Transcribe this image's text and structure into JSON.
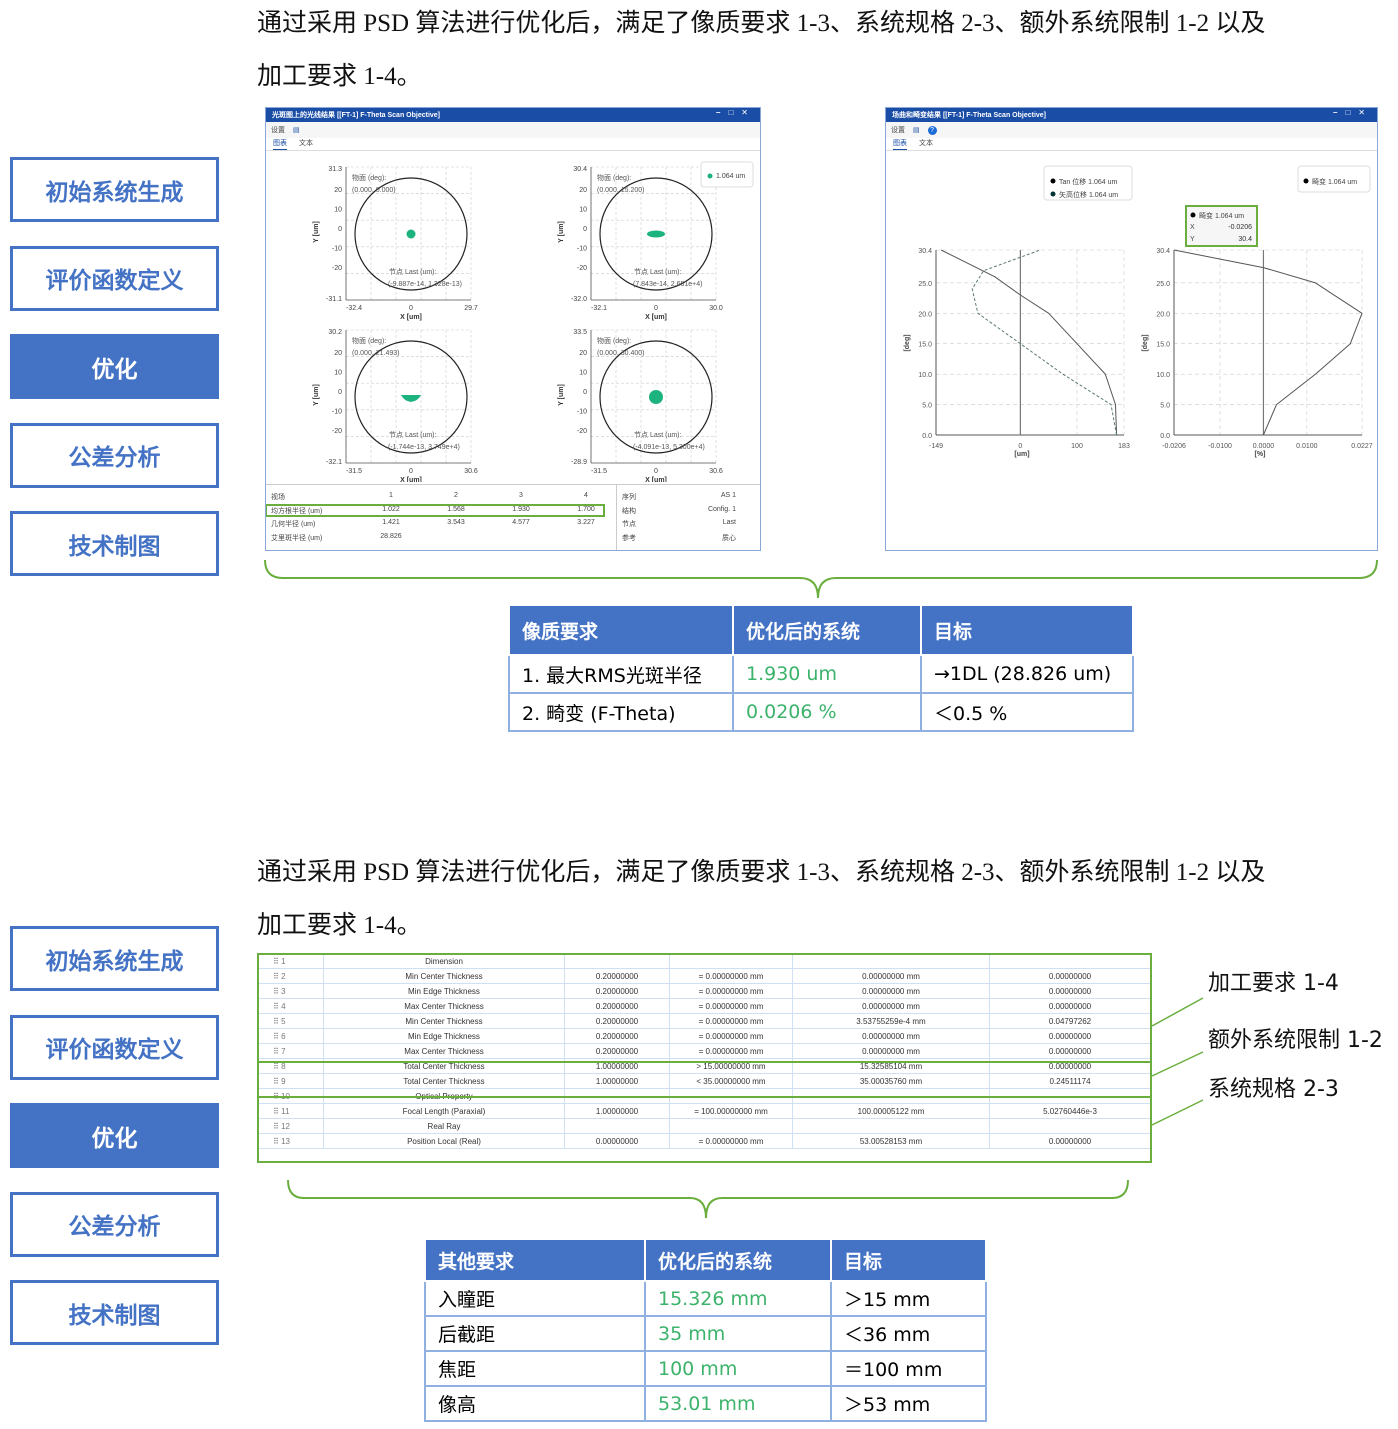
{
  "section1": {
    "para_line1": "通过采用 PSD 算法进行优化后，满足了像质要求  1-3、系统规格  2-3、额外系统限制 1-2 以及",
    "para_line2": "加工要求  1-4。"
  },
  "section2": {
    "para_line1": "通过采用 PSD 算法进行优化后，满足了像质要求  1-3、系统规格  2-3、额外系统限制 1-2 以及",
    "para_line2": "加工要求  1-4。"
  },
  "nav": [
    "初始系统生成",
    "评价函数定义",
    "优化",
    "公差分析",
    "技术制图"
  ],
  "nav_active": 2,
  "spot_window": {
    "title": "光斑图上的光线结果 [[FT-1] F-Theta Scan Objective]",
    "settings": "设置",
    "tab_chart": "图表",
    "tab_text": "文本",
    "legend": "1.064 um",
    "field_label": "物面 (deg):",
    "node_label": "节点 Last (um):",
    "xlabel": "X [um]",
    "ylabel": "Y [um]",
    "plots": [
      {
        "field": "(0.000, 0.000)",
        "node": "(-9.887e-14, 1.328e-13)",
        "ytop": "31.3",
        "ybot": "-31.1",
        "xl": "-32.4",
        "xr": "29.7",
        "spot": "round"
      },
      {
        "field": "(0.000, 15.200)",
        "node": "(7.843e-14, 2.651e+4)",
        "ytop": "30.4",
        "ybot": "-32.0",
        "xl": "-32.1",
        "xr": "30.0",
        "spot": "wide"
      },
      {
        "field": "(0.000, 21.493)",
        "node": "(-1.744e-13, 3.749e+4)",
        "ytop": "30.2",
        "ybot": "-32.1",
        "xl": "-31.5",
        "xr": "30.6",
        "spot": "fan"
      },
      {
        "field": "(0.000, 30.400)",
        "node": "(-4.091e-13, 5.300e+4)",
        "ytop": "33.5",
        "ybot": "-28.9",
        "xl": "-31.5",
        "xr": "30.6",
        "spot": "big"
      }
    ],
    "yticks": [
      "20",
      "10",
      "0",
      "-10",
      "-20"
    ],
    "table": {
      "rows": [
        [
          "视场",
          "1",
          "2",
          "3",
          "4"
        ],
        [
          "均方根半径 (um)",
          "1.022",
          "1.568",
          "1.930",
          "1.700"
        ],
        [
          "几何半径 (um)",
          "1.421",
          "3.543",
          "4.577",
          "3.227"
        ],
        [
          "艾里斑半径 (um)",
          "28.826",
          "",
          "",
          ""
        ]
      ],
      "info": [
        [
          "序列",
          "AS 1"
        ],
        [
          "结构",
          "Config. 1"
        ],
        [
          "节点",
          "Last"
        ],
        [
          "参考",
          "质心"
        ]
      ]
    }
  },
  "dist_window": {
    "title": "场曲和畸变结果 [[FT-1] F-Theta Scan Objective]",
    "settings": "设置",
    "tab_chart": "图表",
    "tab_text": "文本",
    "legend_tan": "Tan 位移 1.064 um",
    "legend_sag": "矢高位移 1.064 um",
    "legend_dist": "畸变 1.064 um",
    "tooltip": {
      "name": "畸变 1.064 um",
      "x_label": "X",
      "x": "-0.0206",
      "y_label": "Y",
      "y": "30.4"
    },
    "ylabel": "[deg]",
    "yticks": [
      "30.4",
      "25.0",
      "20.0",
      "15.0",
      "10.0",
      "5.0",
      "0.0"
    ],
    "field": {
      "xlabel": "[um]",
      "xticks": [
        "-149",
        "0",
        "100",
        "183"
      ]
    },
    "distortion": {
      "xlabel": "[%]",
      "xticks": [
        "-0.0206",
        "-0.0100",
        "0.0000",
        "0.0100",
        "0.0227"
      ]
    }
  },
  "chart_data": [
    {
      "type": "line",
      "title": "场曲",
      "xlabel": "[um]",
      "ylabel": "[deg]",
      "xlim": [
        -149,
        183
      ],
      "ylim": [
        0,
        30.4
      ],
      "series": [
        {
          "name": "Tan 位移 1.064 um",
          "x": [
            170,
            168,
            150,
            100,
            50,
            0,
            -45,
            -140
          ],
          "y": [
            0,
            5,
            10,
            15,
            20,
            23,
            26,
            30.4
          ]
        },
        {
          "name": "矢高位移 1.064 um",
          "x": [
            170,
            160,
            75,
            0,
            -75,
            -85,
            -65,
            35
          ],
          "y": [
            0,
            5,
            10,
            15,
            20,
            24,
            27,
            30.4
          ]
        }
      ]
    },
    {
      "type": "line",
      "title": "畸变",
      "xlabel": "[%]",
      "ylabel": "[deg]",
      "xlim": [
        -0.0206,
        0.0227
      ],
      "ylim": [
        0,
        30.4
      ],
      "series": [
        {
          "name": "畸变 1.064 um",
          "x": [
            0,
            0.003,
            0.012,
            0.02,
            0.0227,
            0.012,
            0,
            -0.0206
          ],
          "y": [
            0,
            5,
            10,
            15,
            20,
            25,
            27.5,
            30.4
          ]
        }
      ]
    }
  ],
  "table1": {
    "headers": [
      "像质要求",
      "优化后的系统",
      "目标"
    ],
    "rows": [
      [
        "1. 最大RMS光斑半径",
        "1.930 um",
        "→1DL (28.826 um)"
      ],
      [
        "2. 畸变 (F-Theta)",
        "0.0206 %",
        "＜0.5 %"
      ]
    ]
  },
  "constraints": [
    [
      "1",
      "Dimension",
      "",
      "",
      "",
      ""
    ],
    [
      "2",
      "Min Center Thickness",
      "0.20000000",
      "= 0.00000000 mm",
      "0.00000000 mm",
      "0.00000000"
    ],
    [
      "3",
      "Min Edge Thickness",
      "0.20000000",
      "= 0.00000000 mm",
      "0.00000000 mm",
      "0.00000000"
    ],
    [
      "4",
      "Max Center Thickness",
      "0.20000000",
      "= 0.00000000 mm",
      "0.00000000 mm",
      "0.00000000"
    ],
    [
      "5",
      "Min Center Thickness",
      "0.20000000",
      "= 0.00000000 mm",
      "3.53755259e-4 mm",
      "0.04797262"
    ],
    [
      "6",
      "Min Edge Thickness",
      "0.20000000",
      "= 0.00000000 mm",
      "0.00000000 mm",
      "0.00000000"
    ],
    [
      "7",
      "Max Center Thickness",
      "0.20000000",
      "= 0.00000000 mm",
      "0.00000000 mm",
      "0.00000000"
    ],
    [
      "8",
      "Total Center Thickness",
      "1.00000000",
      "> 15.00000000 mm",
      "15.32585104 mm",
      "0.00000000"
    ],
    [
      "9",
      "Total Center Thickness",
      "1.00000000",
      "< 35.00000000 mm",
      "35.00035760 mm",
      "0.24511174"
    ],
    [
      "10",
      "Optical Property",
      "",
      "",
      "",
      ""
    ],
    [
      "11",
      "Focal Length (Paraxial)",
      "1.00000000",
      "= 100.00000000 mm",
      "100.00005122 mm",
      "5.02760446e-3"
    ],
    [
      "12",
      "Real Ray",
      "",
      "",
      "",
      ""
    ],
    [
      "13",
      "Position Local (Real)",
      "0.00000000",
      "= 0.00000000 mm",
      "53.00528153 mm",
      "0.00000000"
    ]
  ],
  "side_labels": [
    "加工要求 1-4",
    "额外系统限制 1-2",
    "系统规格 2-3"
  ],
  "table2": {
    "headers": [
      "其他要求",
      "优化后的系统",
      "目标"
    ],
    "rows": [
      [
        "入瞳距",
        "15.326 mm",
        "＞15 mm"
      ],
      [
        "后截距",
        "35 mm",
        "＜36 mm"
      ],
      [
        "焦距",
        "100 mm",
        "＝100 mm"
      ],
      [
        "像高",
        "53.01 mm",
        "＞53 mm"
      ]
    ]
  },
  "colors": {
    "accent": "#4472c4",
    "highlight": "#6aae3e",
    "spot": "#1db37e",
    "value_green": "#3cb36b"
  }
}
